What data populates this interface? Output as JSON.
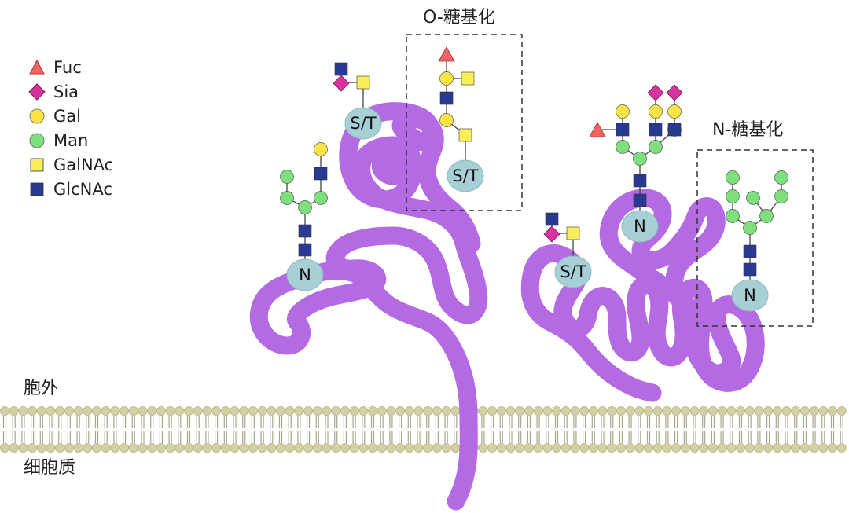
{
  "colors": {
    "protein": "#b36ae2",
    "membrane_head": "#d3d0a4",
    "membrane_tail": "#a9a68a",
    "site_fill": "#a7cfd6",
    "fuc": "#f26464",
    "sia": "#d6339e",
    "gal": "#fae345",
    "man": "#7ee07c",
    "galnac": "#f7ee58",
    "glcnac": "#283a92"
  },
  "legend": [
    {
      "shape": "triangle-icon",
      "label": "Fuc",
      "color": "#f26464"
    },
    {
      "shape": "diamond-icon",
      "label": "Sia",
      "color": "#d6339e"
    },
    {
      "shape": "circle-icon",
      "label": "Gal",
      "color": "#fae345"
    },
    {
      "shape": "circle-icon",
      "label": "Man",
      "color": "#7ee07c"
    },
    {
      "shape": "square-icon",
      "label": "GalNAc",
      "color": "#f7ee58"
    },
    {
      "shape": "square-icon",
      "label": "GlcNAc",
      "color": "#283a92"
    }
  ],
  "labels": {
    "o_glyco": "O-糖基化",
    "n_glyco": "N-糖基化",
    "extracellular": "胞外",
    "cytoplasm": "细胞质"
  },
  "sites": {
    "n": "N",
    "st": "S/T"
  }
}
